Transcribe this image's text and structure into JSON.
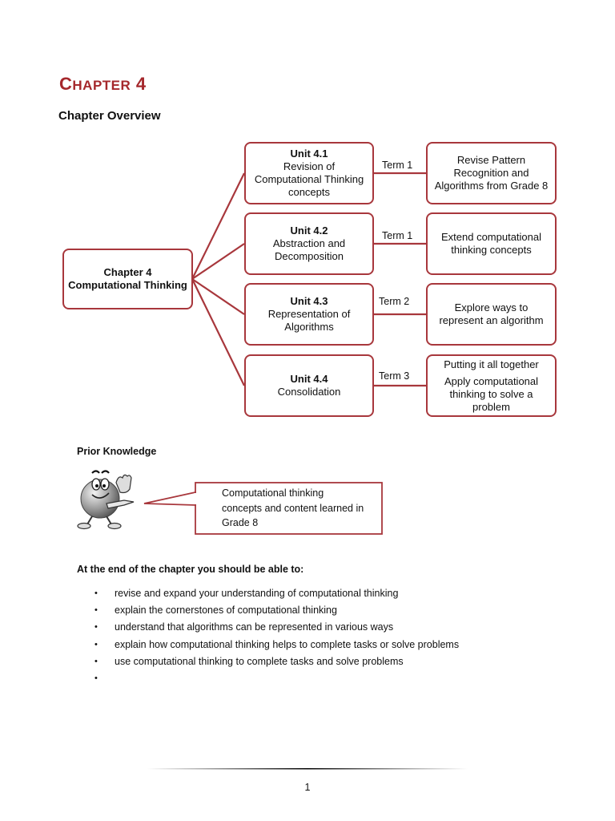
{
  "chapter": {
    "first_letter": "C",
    "rest": "HAPTER",
    "number": "4",
    "overview_heading": "Chapter Overview"
  },
  "diagram": {
    "root": {
      "line1": "Chapter 4",
      "line2": "Computational Thinking"
    },
    "units": [
      {
        "title": "Unit 4.1",
        "lines": [
          "Revision of",
          "Computational Thinking",
          "concepts"
        ],
        "term": "Term 1",
        "outcome": [
          "Revise Pattern",
          "Recognition and",
          "Algorithms from Grade 8"
        ]
      },
      {
        "title": "Unit 4.2",
        "lines": [
          "Abstraction and",
          "Decomposition"
        ],
        "term": "Term 1",
        "outcome": [
          "Extend computational",
          "thinking concepts"
        ]
      },
      {
        "title": "Unit 4.3",
        "lines": [
          "Representation of",
          "Algorithms"
        ],
        "term": "Term 2",
        "outcome": [
          "Explore ways to",
          "represent an algorithm"
        ]
      },
      {
        "title": "Unit 4.4",
        "lines": [
          "Consolidation"
        ],
        "term": "Term 3",
        "outcome": [
          "Putting it all together",
          "Apply computational",
          "thinking to solve a",
          "problem"
        ]
      }
    ]
  },
  "prior_knowledge": {
    "heading": "Prior Knowledge",
    "callout_lines": [
      "Computational thinking",
      "concepts and content learned in",
      "Grade 8"
    ]
  },
  "outcomes": {
    "heading": "At the end of the chapter you should be able to:",
    "bullet": "•",
    "items": [
      "revise and expand your understanding of computational thinking",
      "explain the cornerstones of computational thinking",
      "understand that algorithms can be represented in various ways",
      "explain how computational thinking helps to complete tasks or solve problems",
      "use computational thinking to complete tasks and solve problems",
      ""
    ]
  },
  "footer": {
    "page_number": "1"
  },
  "colors": {
    "accent": "#a5282c",
    "box_border": "#a8373c"
  },
  "icons": {
    "mascot": "pointing-mascot-icon"
  }
}
